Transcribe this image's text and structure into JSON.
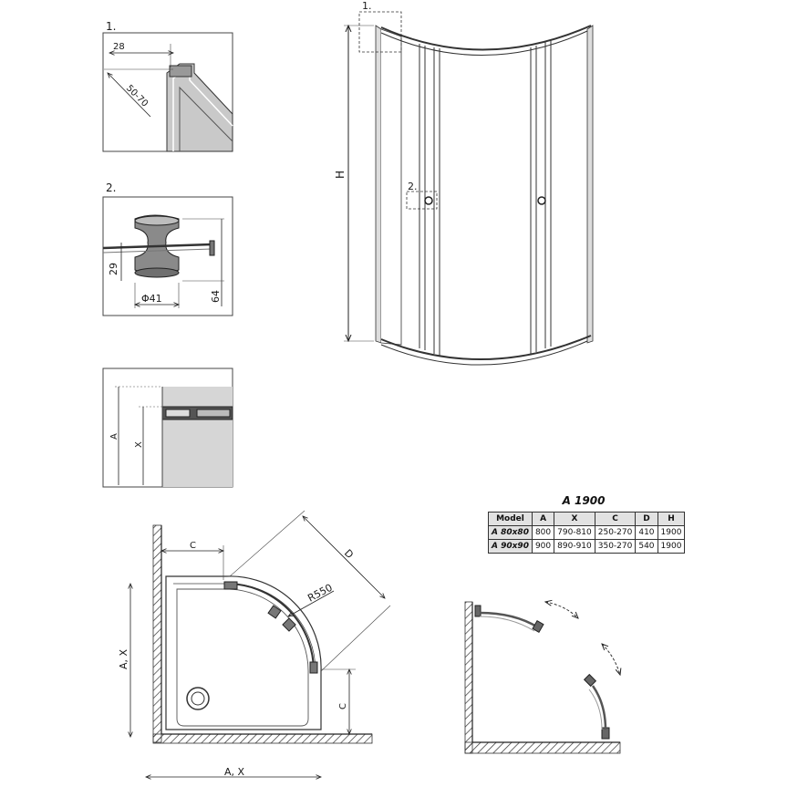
{
  "detail1": {
    "label": "1.",
    "dim_top": "28",
    "dim_diag": "50-70"
  },
  "detail2": {
    "label": "2.",
    "dim_height": "29",
    "dim_diameter": "Φ41",
    "dim_total": "64"
  },
  "detail3": {
    "label_a": "A",
    "label_x": "X"
  },
  "front": {
    "callout1": "1.",
    "callout2": "2.",
    "dim_h": "H"
  },
  "plan": {
    "dim_c_top": "C",
    "dim_d": "D",
    "radius": "R550",
    "dim_ax_side": "A, X",
    "dim_ax_bottom": "A, X",
    "dim_c_side": "C"
  },
  "table": {
    "title": "A 1900",
    "headers": [
      "Model",
      "A",
      "X",
      "C",
      "D",
      "H"
    ],
    "rows": [
      [
        "A 80x80",
        "800",
        "790-810",
        "250-270",
        "410",
        "1900"
      ],
      [
        "A 90x90",
        "900",
        "890-910",
        "350-270",
        "540",
        "1900"
      ]
    ]
  },
  "colors": {
    "line": "#2a2a2a",
    "frame": "#7a7a7a",
    "fill": "#d8d8d8"
  }
}
